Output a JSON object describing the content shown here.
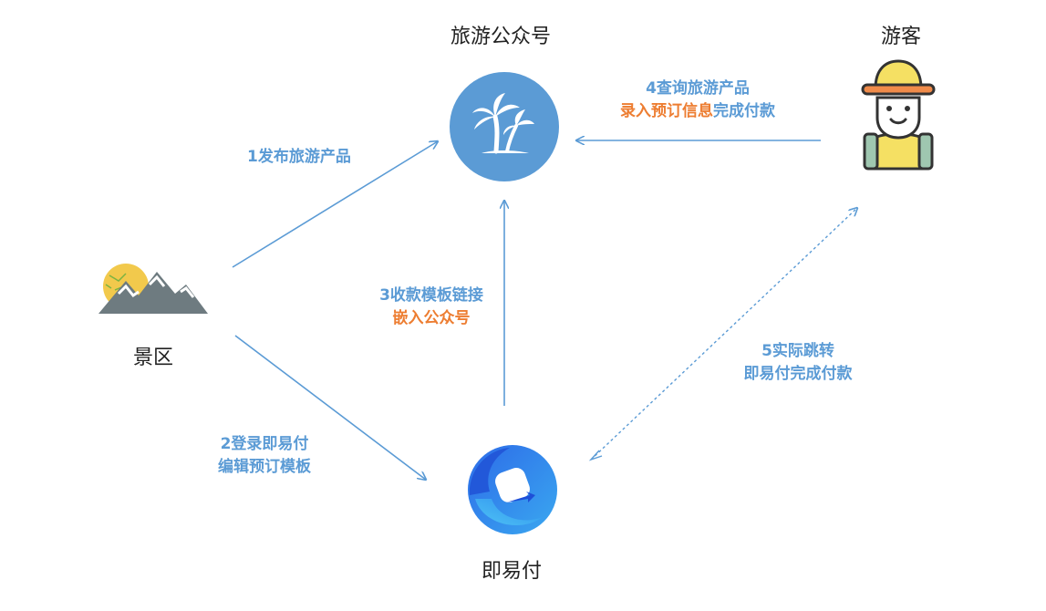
{
  "nodes": {
    "wechat": "旅游公众号",
    "tourist": "游客",
    "scenic": "景区",
    "jiyifu": "即易付"
  },
  "edges": {
    "e1": {
      "line1": "1发布旅游产品"
    },
    "e2": {
      "line1": "2登录即易付",
      "line2": "编辑预订模板"
    },
    "e3": {
      "line1": "3收款模板链接",
      "line2": "嵌入公众号"
    },
    "e4": {
      "line1": "4查询旅游产品",
      "line2_orange": "录入预订信息",
      "line2_blue": "完成付款"
    },
    "e5": {
      "line1": "5实际跳转",
      "line2": "即易付完成付款"
    }
  },
  "colors": {
    "arrow": "#5b9bd5",
    "label_blue": "#5b9bd5",
    "label_orange": "#ed7d31",
    "palm_circle": "#5b9bd5"
  }
}
